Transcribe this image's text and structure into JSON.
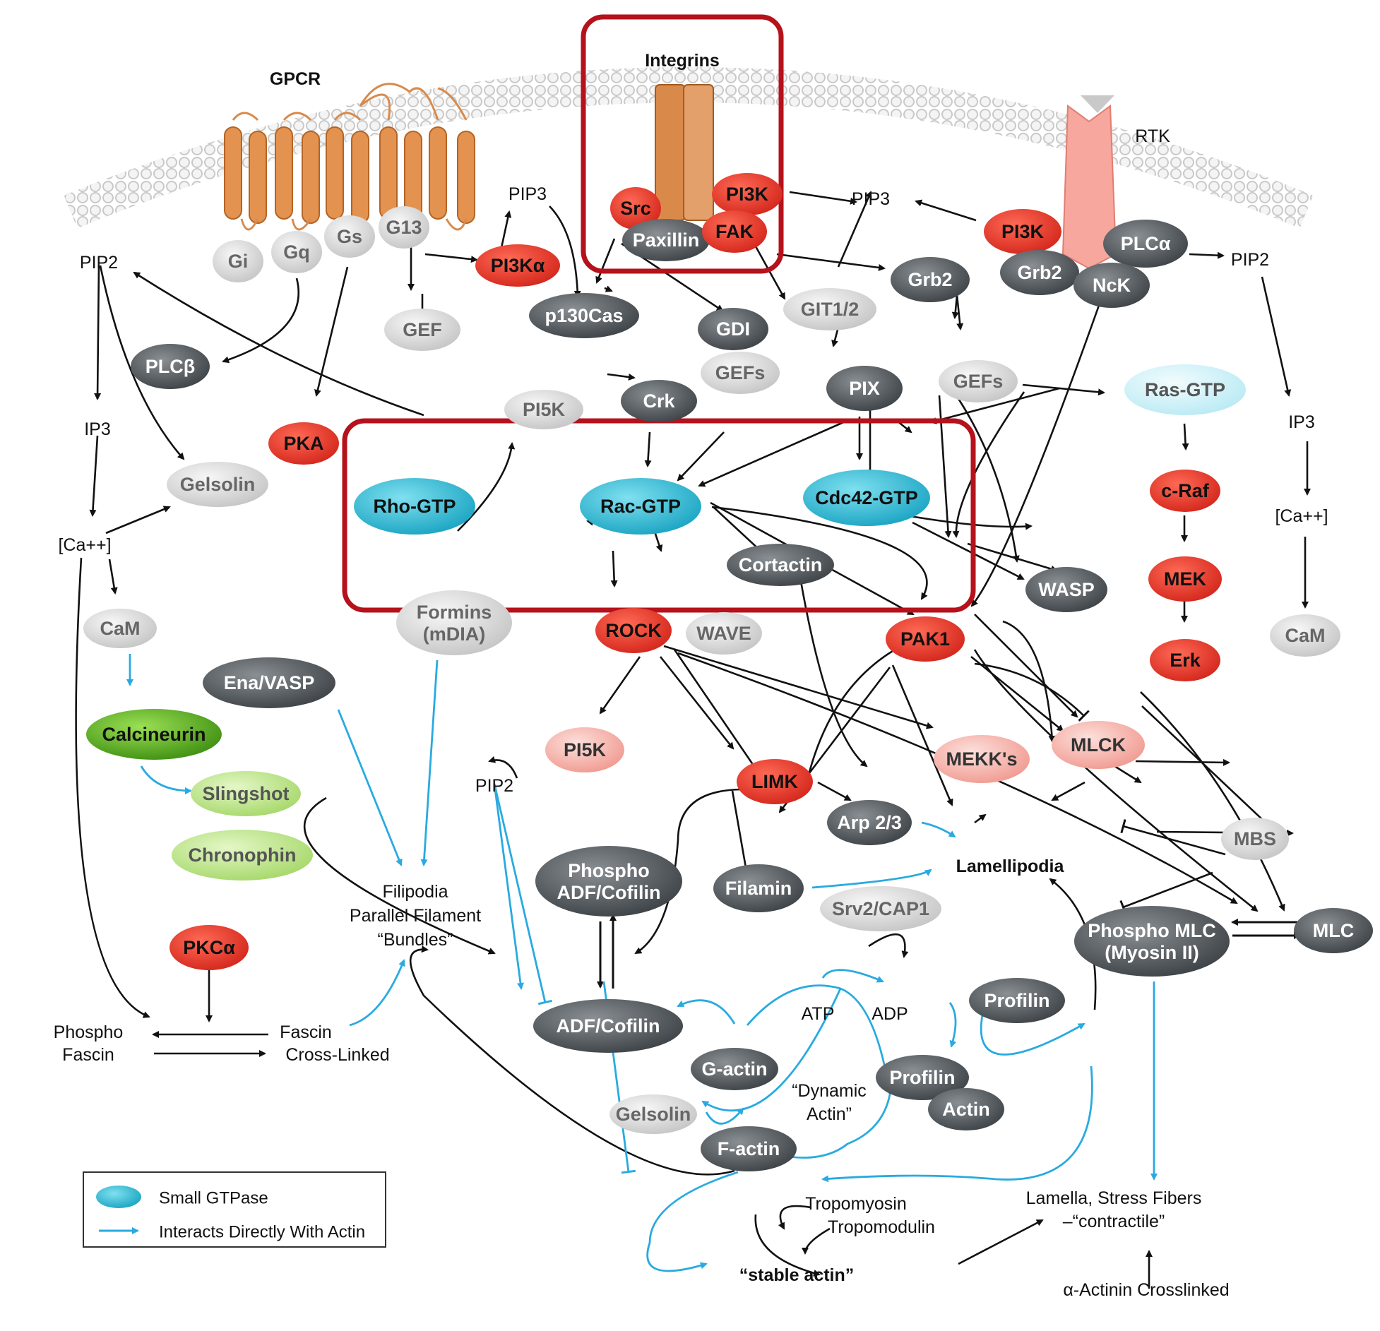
{
  "colors": {
    "small_gtpase": "#25b5d0",
    "kinase_red": "#e8352a",
    "light_red": "#f3a49c",
    "dark_gray": "#555a5e",
    "light_gray": "#d6d6d6",
    "green": "#58a81f",
    "light_green": "#b7e27a",
    "direct_actin_arrow": "#29aae1",
    "highlight_box": "#b5121b",
    "receptor_orange": "#d98a4b",
    "rtk_pink": "#f7a79d"
  },
  "receptors": {
    "gpcr": "GPCR",
    "integrins": "Integrins",
    "rtk": "RTK"
  },
  "nodes": {
    "gi": "Gi",
    "gq": "Gq",
    "gs": "Gs",
    "g13": "G13",
    "src": "Src",
    "pi3k_int": "PI3K",
    "paxillin": "Paxillin",
    "fak": "FAK",
    "pi3k_rtk": "PI3K",
    "grb2_rtk": "Grb2",
    "plca": "PLCα",
    "nck": "NcK",
    "pi3ka": "PI3Kα",
    "p130cas": "p130Cas",
    "gdi": "GDI",
    "git": "GIT1/2",
    "grb2": "Grb2",
    "gef": "GEF",
    "plcb": "PLCβ",
    "crk": "Crk",
    "gefs1": "GEFs",
    "pix": "PIX",
    "gefs2": "GEFs",
    "rasgtp": "Ras-GTP",
    "pi5k_top": "PI5K",
    "pka": "PKA",
    "gelsolin": "Gelsolin",
    "rhogtp": "Rho-GTP",
    "racgtp": "Rac-GTP",
    "cdc42gtp": "Cdc42-GTP",
    "craf": "c-Raf",
    "cortactin": "Cortactin",
    "formins": "Formins",
    "mdia": "(mDIA)",
    "wasp": "WASP",
    "mek": "MEK",
    "cam1": "CaM",
    "rock": "ROCK",
    "wave": "WAVE",
    "pak1": "PAK1",
    "erk": "Erk",
    "cam2": "CaM",
    "ena": "Ena/VASP",
    "calcineurin": "Calcineurin",
    "pi5k_bottom": "PI5K",
    "mekks": "MEKK's",
    "mlck": "MLCK",
    "limk": "LIMK",
    "slingshot": "Slingshot",
    "arp23": "Arp 2/3",
    "mbs": "MBS",
    "chronophin": "Chronophin",
    "phospho_cofilin_1": "Phospho",
    "phospho_cofilin_2": "ADF/Cofilin",
    "filamin": "Filamin",
    "srv2": "Srv2/CAP1",
    "phospho_mlc_1": "Phospho MLC",
    "phospho_mlc_2": "(Myosin II)",
    "mlc": "MLC",
    "pkca": "PKCα",
    "cofilin": "ADF/Cofilin",
    "profilin1": "Profilin",
    "gactin": "G-actin",
    "profilin2": "Profilin",
    "actin": "Actin",
    "gelsolin_small": "Gelsolin",
    "factin": "F-actin"
  },
  "plain_labels": {
    "pip3_1": "PIP3",
    "pip3_2": "PIP3",
    "pip2_left": "PIP2",
    "pip2_right": "PIP2",
    "pip2_mid": "PIP2",
    "ip3_left": "IP3",
    "ip3_right": "IP3",
    "ca_left": "[Ca++]",
    "ca_right": "[Ca++]",
    "lamellipodia": "Lamellipodia",
    "filipodia_1": "Filipodia",
    "filipodia_2": "Parallel Filament",
    "filipodia_3": "“Bundles”",
    "phospho_fascin_1": "Phospho",
    "phospho_fascin_2": "Fascin",
    "fascin_1": "Fascin",
    "fascin_2": "Cross-Linked",
    "atp": "ATP",
    "adp": "ADP",
    "dynamic_1": "“Dynamic",
    "dynamic_2": "Actin”",
    "tropomyosin": "Tropomyosin",
    "tropomodulin": "Tropomodulin",
    "stable_actin": "“stable actin”",
    "lamella_1": "Lamella, Stress Fibers",
    "lamella_2": "–“contractile”",
    "actinin": "α-Actinin Crosslinked"
  },
  "legend": {
    "small_gtpase": "Small GTPase",
    "direct_actin": "Interacts Directly With Actin"
  }
}
